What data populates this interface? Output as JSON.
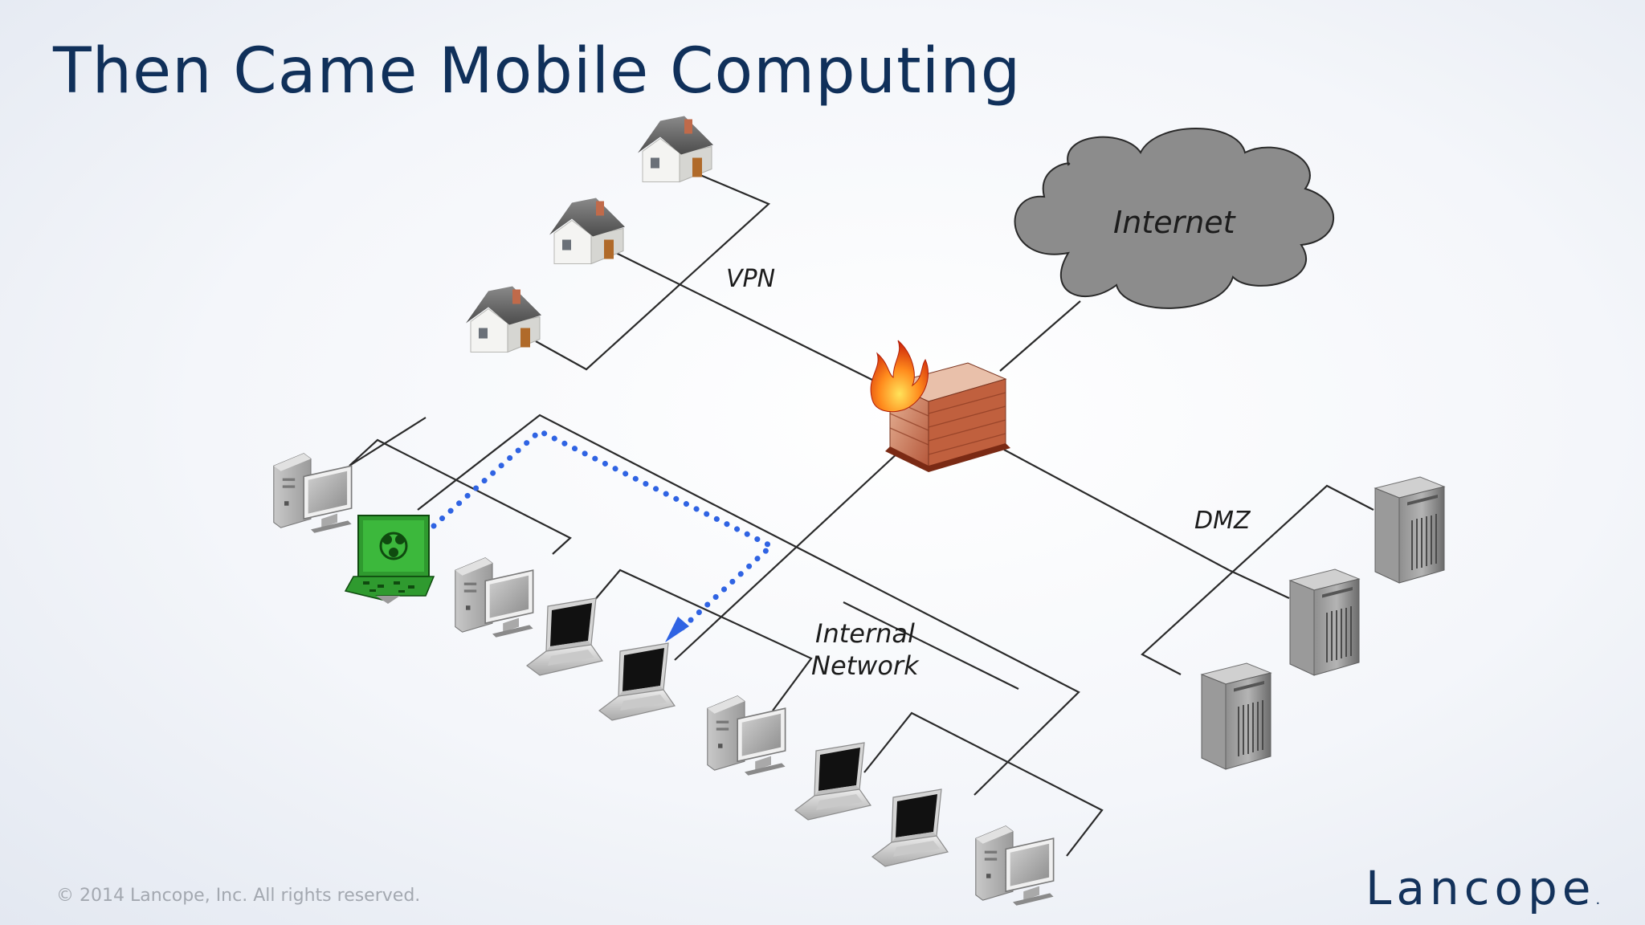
{
  "title": "Then Came Mobile Computing",
  "labels": {
    "internet": "Internet",
    "vpn": "VPN",
    "dmz": "DMZ",
    "internal_line1": "Internal",
    "internal_line2": "Network"
  },
  "footer": {
    "copyright": "© 2014 Lancope, Inc. All rights reserved.",
    "logo": "Lancope",
    "logo_mark": "."
  },
  "colors": {
    "title": "#10305a",
    "cloud": "#8c8c8c",
    "attack_path": "#2f63e3",
    "infected_laptop": "#2f9a2f"
  },
  "icons": [
    "house-icon",
    "cloud-icon",
    "firewall-icon",
    "desktop-computer-icon",
    "laptop-icon",
    "infected-laptop-icon",
    "server-icon",
    "arrowhead-icon"
  ]
}
